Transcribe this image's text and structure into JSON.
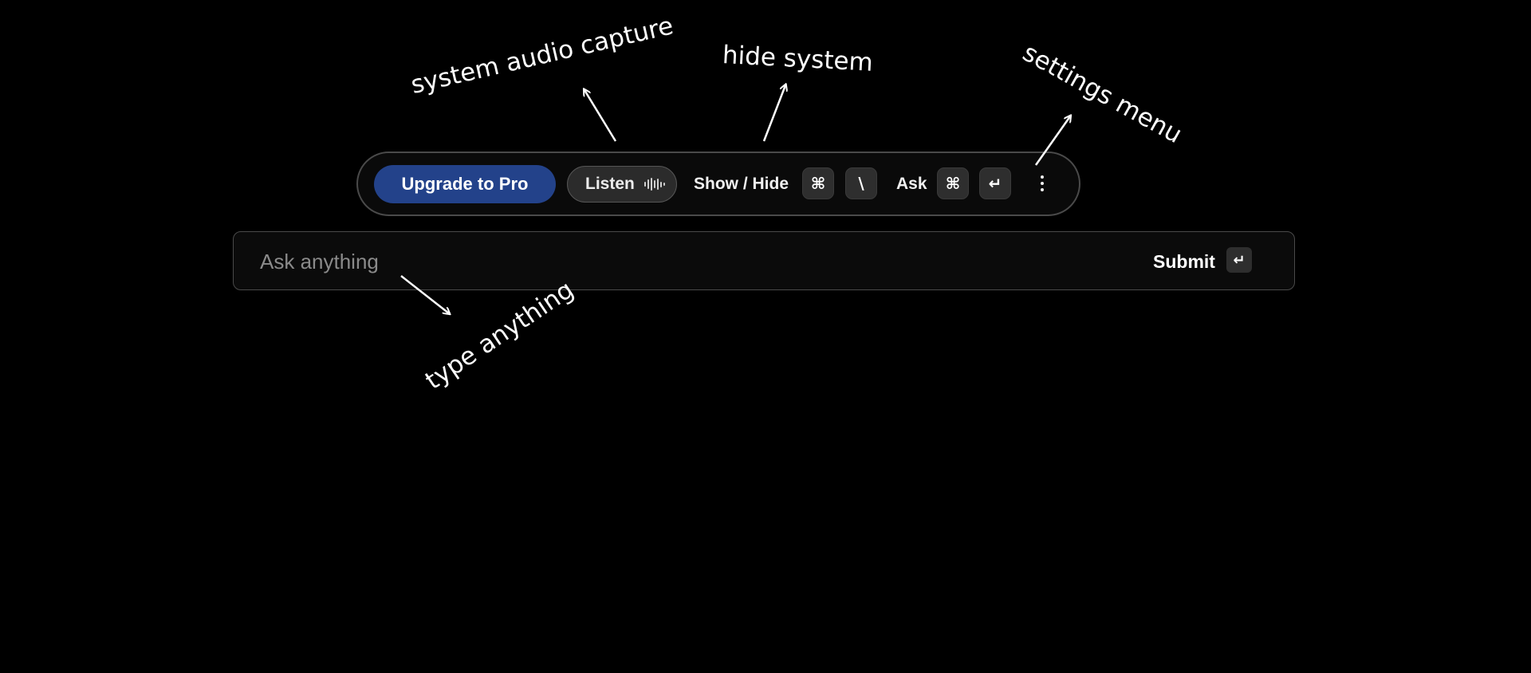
{
  "toolbar": {
    "upgrade_label": "Upgrade to Pro",
    "listen_label": "Listen",
    "show_hide_label": "Show / Hide",
    "show_hide_keys": [
      "⌘",
      "\\"
    ],
    "ask_label": "Ask",
    "ask_keys": [
      "⌘",
      "↵"
    ],
    "more_icon": "vertical-ellipsis-icon",
    "listen_icon": "audio-waveform-icon",
    "upgrade_color": "#23428a"
  },
  "ask_bar": {
    "placeholder": "Ask anything",
    "value": "",
    "submit_label": "Submit",
    "submit_key": "↵"
  },
  "annotations": {
    "listen": "system audio capture",
    "show_hide": "hide system",
    "settings": "settings menu",
    "input": "type anything"
  }
}
